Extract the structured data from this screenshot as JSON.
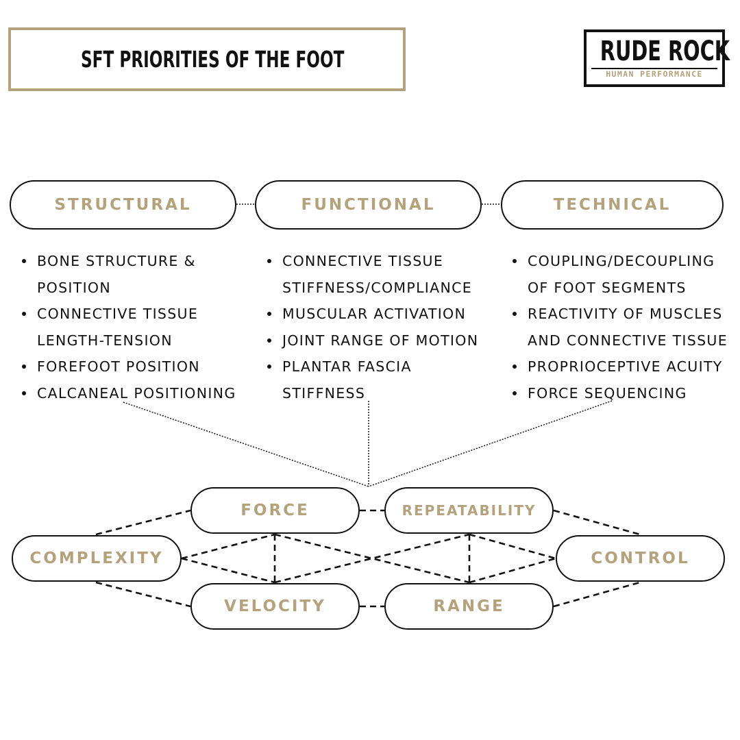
{
  "header": {
    "title": "SFT PRIORITIES OF THE FOOT"
  },
  "logo": {
    "name": "RUDE ROCK",
    "tagline": "HUMAN PERFORMANCE"
  },
  "colors": {
    "accent": "#b4a27d",
    "ink": "#111111",
    "background": "#ffffff"
  },
  "categories": [
    {
      "label": "STRUCTURAL",
      "items": [
        "BONE STRUCTURE & POSITION",
        "CONNECTIVE TISSUE LENGTH-TENSION",
        "FOREFOOT POSITION",
        "CALCANEAL POSITIONING"
      ]
    },
    {
      "label": "FUNCTIONAL",
      "items": [
        "CONNECTIVE TISSUE STIFFNESS/COMPLIANCE",
        "MUSCULAR ACTIVATION",
        "JOINT RANGE OF MOTION",
        "PLANTAR FASCIA STIFFNESS"
      ]
    },
    {
      "label": "TECHNICAL",
      "items": [
        "COUPLING/DECOUPLING OF FOOT SEGMENTS",
        "REACTIVITY OF MUSCLES AND CONNECTIVE TISSUE",
        "PROPRIOCEPTIVE ACUITY",
        "FORCE SEQUENCING"
      ]
    }
  ],
  "qualities": {
    "force": "FORCE",
    "repeatability": "REPEATABILITY",
    "complexity": "COMPLEXITY",
    "control": "CONTROL",
    "velocity": "VELOCITY",
    "range": "RANGE"
  }
}
